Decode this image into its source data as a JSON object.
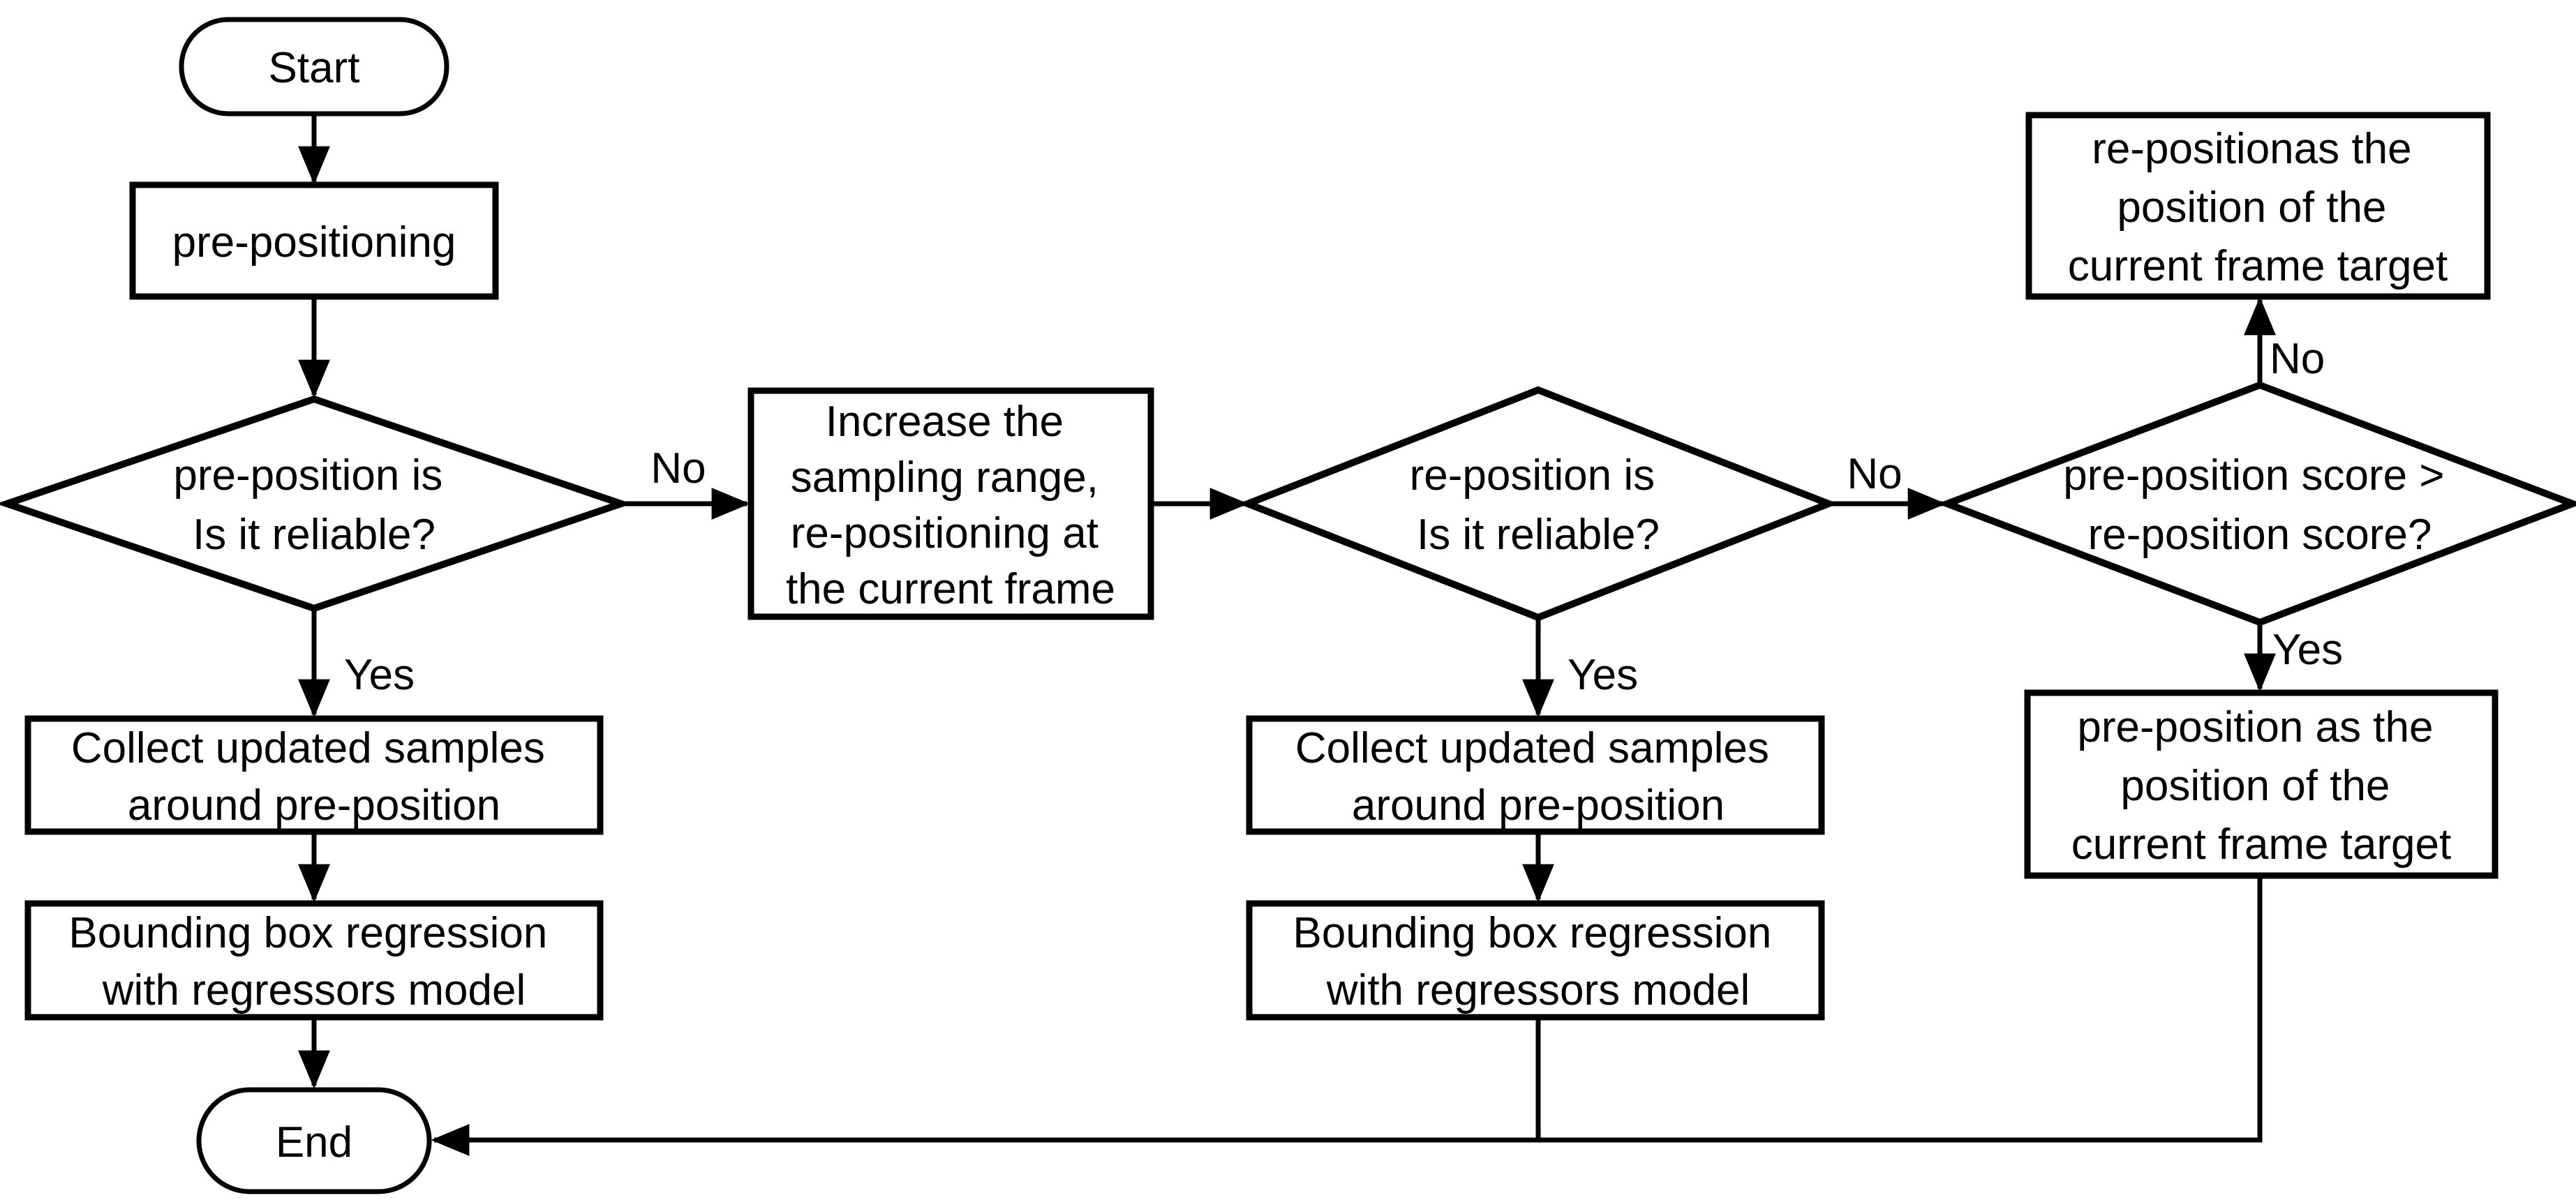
{
  "figure": {
    "type": "flowchart",
    "background_color": "#ffffff",
    "stroke_color": "#000000",
    "text_color": "#000000"
  },
  "nodes": {
    "start": {
      "shape": "terminator",
      "label": "Start"
    },
    "pre_positioning": {
      "shape": "process",
      "label": "pre-positioning"
    },
    "pre_position_reliable": {
      "shape": "decision",
      "lines": [
        "pre-position is",
        "Is it reliable?"
      ]
    },
    "increase_sampling": {
      "shape": "process",
      "lines": [
        "Increase the",
        "sampling range,",
        "re-positioning at",
        "the current frame"
      ]
    },
    "re_position_reliable": {
      "shape": "decision",
      "lines": [
        "re-position is",
        "Is it reliable?"
      ]
    },
    "score_compare": {
      "shape": "decision",
      "lines": [
        "pre-position score >",
        "re-position score?"
      ]
    },
    "re_position_as_target": {
      "shape": "process",
      "lines": [
        "re-positionas the",
        "position of the",
        "current frame target"
      ]
    },
    "pre_position_as_target": {
      "shape": "process",
      "lines": [
        "pre-position as the",
        "position of the",
        "current frame target"
      ]
    },
    "collect_samples_left": {
      "shape": "process",
      "lines": [
        "Collect updated samples",
        "around pre-position"
      ]
    },
    "bbox_regression_left": {
      "shape": "process",
      "lines": [
        "Bounding box regression",
        "with regressors model"
      ]
    },
    "collect_samples_mid": {
      "shape": "process",
      "lines": [
        "Collect updated samples",
        "around pre-position"
      ]
    },
    "bbox_regression_mid": {
      "shape": "process",
      "lines": [
        "Bounding box regression",
        "with regressors model"
      ]
    },
    "end": {
      "shape": "terminator",
      "label": "End"
    }
  },
  "edges": {
    "d1_no": {
      "label": "No"
    },
    "d1_yes": {
      "label": "Yes"
    },
    "d2_no": {
      "label": "No"
    },
    "d2_yes": {
      "label": "Yes"
    },
    "d3_no": {
      "label": "No"
    },
    "d3_yes": {
      "label": "Yes"
    }
  }
}
